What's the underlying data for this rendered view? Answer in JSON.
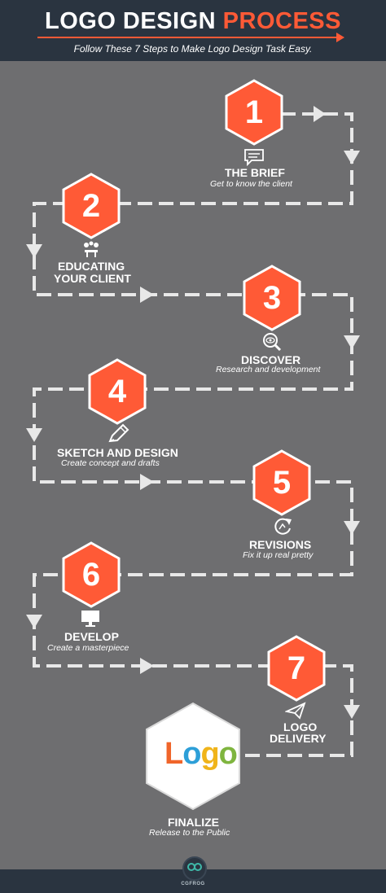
{
  "header": {
    "title_main": "LOGO DESIGN ",
    "title_accent": "PROCESS",
    "subtitle": "Follow These 7 Steps to Make Logo Design Task Easy."
  },
  "steps": [
    {
      "number": "1",
      "title": "THE BRIEF",
      "subtitle": "Get to know the client",
      "icon": "chat-bubble-icon"
    },
    {
      "number": "2",
      "title": "EDUCATING",
      "title2": "YOUR CLIENT",
      "icon": "meeting-icon"
    },
    {
      "number": "3",
      "title": "DISCOVER",
      "subtitle": "Research and development",
      "icon": "magnifier-eye-icon"
    },
    {
      "number": "4",
      "title": "SKETCH AND DESIGN",
      "subtitle": "Create concept and drafts",
      "icon": "pencil-icon"
    },
    {
      "number": "5",
      "title": "REVISIONS",
      "subtitle": "Fix it up real pretty",
      "icon": "refresh-icon"
    },
    {
      "number": "6",
      "title": "DEVELOP",
      "subtitle": "Create a masterpiece",
      "icon": "monitor-icon"
    },
    {
      "number": "7",
      "title": "LOGO",
      "title2": "DELIVERY",
      "icon": "paper-plane-icon"
    }
  ],
  "final": {
    "logo_letters": [
      "L",
      "o",
      "g",
      "o"
    ],
    "title": "FINALIZE",
    "subtitle": "Release to the Public"
  },
  "footer": {
    "brand": "CGFROG"
  },
  "colors": {
    "background": "#6e6e70",
    "header": "#2a3440",
    "accent": "#ff5a36",
    "hex_outline": "#ffffff",
    "logo_colors": [
      "#f0652a",
      "#2d9fd8",
      "#f0b41a",
      "#7fb53f"
    ]
  }
}
